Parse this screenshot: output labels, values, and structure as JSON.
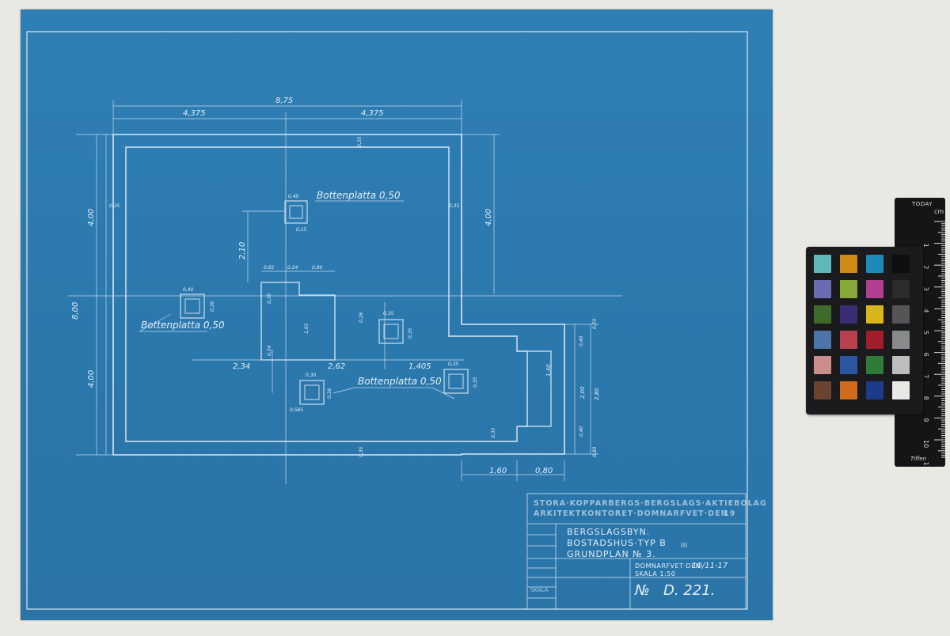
{
  "overall_dims": {
    "width": "8,75",
    "half_left": "4,375",
    "half_right": "4,375",
    "height": "8,00",
    "upper": "4,00",
    "lower": "4,00",
    "right_upper": "4,00"
  },
  "wall_dims": {
    "top": "0,35",
    "left": "0,35",
    "right": "0,35",
    "bottom": "0,35",
    "ext_right_top": "0,70",
    "ext_right_bottom": "0,80",
    "ext_gap": "0,40",
    "ext_gap2": "0,40",
    "ext_inner": "0,35",
    "ext_width_a": "1,60",
    "ext_width_b": "0,80",
    "ext_h1": "2,00",
    "ext_h2": "2,80",
    "ext_h3": "1,40"
  },
  "interior_dims": {
    "v_upper": "2,10",
    "pad_w1": "0,65",
    "pad_w2": "0,24",
    "pad_w3": "0,80",
    "pad_h1": "0,35",
    "pad_h2": "1,03",
    "pad_h3": "0,24",
    "row_a": "2,34",
    "row_b": "2,62",
    "row_c": "1,405",
    "p1_size": "0,40",
    "p1_size_b": "0,15",
    "p2_size": "0,40",
    "p2_size_b": "0,36",
    "p3_size": "0,35",
    "p3_size_b": "0,35",
    "p4_size": "0,30",
    "p4_size_b": "0,36",
    "p4_off": "0,585",
    "p5_size": "0,35",
    "p5_size_b": "0,35",
    "p6_off": "0,26"
  },
  "notes": {
    "pad_top": "Bottenplatta 0,50",
    "pad_left": "Bottenplatta 0,50",
    "pad_right": "Bottenplatta 0,50"
  },
  "title_block": {
    "company_line1": "STORA·KOPPARBERGS·BERGSLAGS·AKTIEBOLAG",
    "company_line2": "ARKITEKTKONTORET·DOMNARFVET·DEN",
    "company_year": "19",
    "line1": "BERGSLAGSBYN.",
    "line2": "BOSTADSHUS·TYP B",
    "line2_sub": "III",
    "line3": "GRUNDPLAN  № 3.",
    "place_date_label": "DOMNARFVET·DEN",
    "date": "10/11-17",
    "scale": "SKALA 1:50",
    "number_label": "№",
    "number": "D. 221.",
    "skala_label": "SKALA"
  },
  "ruler": {
    "brand_top": "TODAY",
    "brand_bottom": "Tiffen",
    "unit": "cm",
    "ticks": [
      "1",
      "2",
      "3",
      "4",
      "5",
      "6",
      "7",
      "8",
      "9",
      "10",
      "11"
    ]
  },
  "color_checker": {
    "patches": [
      "#5fb9ba",
      "#d08a17",
      "#1f8ab8",
      "#0e0e10",
      "#6a6bb0",
      "#86a93a",
      "#b13f8f",
      "#2c2c2e",
      "#3e6b2b",
      "#3a2d74",
      "#d7b51c",
      "#555558",
      "#4c76a8",
      "#b9414f",
      "#a21c2b",
      "#898a8c",
      "#c98e89",
      "#2a56a4",
      "#2f7b3a",
      "#bcbdbf",
      "#6a4331",
      "#d06b1c",
      "#1d3b8b",
      "#e8e8e6"
    ]
  }
}
